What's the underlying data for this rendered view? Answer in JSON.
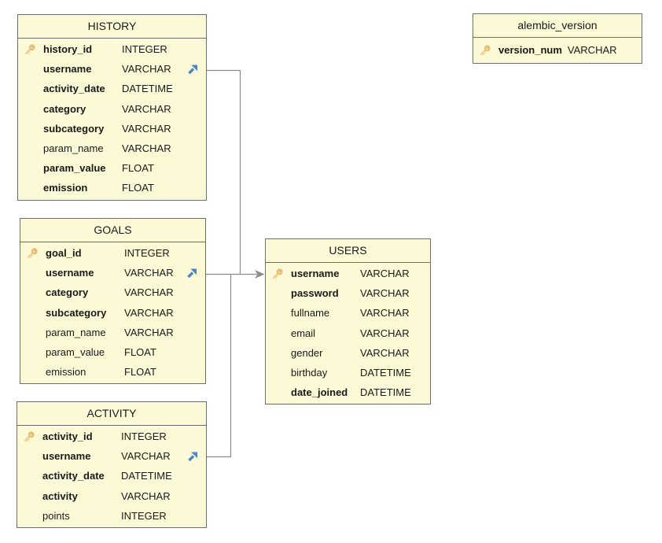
{
  "diagram": {
    "tables": [
      {
        "id": "history",
        "title": "HISTORY",
        "columns": [
          {
            "name": "history_id",
            "type": "INTEGER",
            "bold": true,
            "pk": true,
            "fk": false
          },
          {
            "name": "username",
            "type": "VARCHAR",
            "bold": true,
            "pk": false,
            "fk": true
          },
          {
            "name": "activity_date",
            "type": "DATETIME",
            "bold": true,
            "pk": false,
            "fk": false
          },
          {
            "name": "category",
            "type": "VARCHAR",
            "bold": true,
            "pk": false,
            "fk": false
          },
          {
            "name": "subcategory",
            "type": "VARCHAR",
            "bold": true,
            "pk": false,
            "fk": false
          },
          {
            "name": "param_name",
            "type": "VARCHAR",
            "bold": false,
            "pk": false,
            "fk": false
          },
          {
            "name": "param_value",
            "type": "FLOAT",
            "bold": true,
            "pk": false,
            "fk": false
          },
          {
            "name": "emission",
            "type": "FLOAT",
            "bold": true,
            "pk": false,
            "fk": false
          }
        ]
      },
      {
        "id": "goals",
        "title": "GOALS",
        "columns": [
          {
            "name": "goal_id",
            "type": "INTEGER",
            "bold": true,
            "pk": true,
            "fk": false
          },
          {
            "name": "username",
            "type": "VARCHAR",
            "bold": true,
            "pk": false,
            "fk": true
          },
          {
            "name": "category",
            "type": "VARCHAR",
            "bold": true,
            "pk": false,
            "fk": false
          },
          {
            "name": "subcategory",
            "type": "VARCHAR",
            "bold": true,
            "pk": false,
            "fk": false
          },
          {
            "name": "param_name",
            "type": "VARCHAR",
            "bold": false,
            "pk": false,
            "fk": false
          },
          {
            "name": "param_value",
            "type": "FLOAT",
            "bold": false,
            "pk": false,
            "fk": false
          },
          {
            "name": "emission",
            "type": "FLOAT",
            "bold": false,
            "pk": false,
            "fk": false
          }
        ]
      },
      {
        "id": "activity",
        "title": "ACTIVITY",
        "columns": [
          {
            "name": "activity_id",
            "type": "INTEGER",
            "bold": true,
            "pk": true,
            "fk": false
          },
          {
            "name": "username",
            "type": "VARCHAR",
            "bold": true,
            "pk": false,
            "fk": true
          },
          {
            "name": "activity_date",
            "type": "DATETIME",
            "bold": true,
            "pk": false,
            "fk": false
          },
          {
            "name": "activity",
            "type": "VARCHAR",
            "bold": true,
            "pk": false,
            "fk": false
          },
          {
            "name": "points",
            "type": "INTEGER",
            "bold": false,
            "pk": false,
            "fk": false
          }
        ]
      },
      {
        "id": "users",
        "title": "USERS",
        "columns": [
          {
            "name": "username",
            "type": "VARCHAR",
            "bold": true,
            "pk": true,
            "fk": false
          },
          {
            "name": "password",
            "type": "VARCHAR",
            "bold": true,
            "pk": false,
            "fk": false
          },
          {
            "name": "fullname",
            "type": "VARCHAR",
            "bold": false,
            "pk": false,
            "fk": false
          },
          {
            "name": "email",
            "type": "VARCHAR",
            "bold": false,
            "pk": false,
            "fk": false
          },
          {
            "name": "gender",
            "type": "VARCHAR",
            "bold": false,
            "pk": false,
            "fk": false
          },
          {
            "name": "birthday",
            "type": "DATETIME",
            "bold": false,
            "pk": false,
            "fk": false
          },
          {
            "name": "date_joined",
            "type": "DATETIME",
            "bold": true,
            "pk": false,
            "fk": false
          }
        ]
      },
      {
        "id": "alembic_version",
        "title": "alembic_version",
        "columns": [
          {
            "name": "version_num",
            "type": "VARCHAR",
            "bold": true,
            "pk": true,
            "fk": false
          }
        ]
      }
    ],
    "relationships": [
      {
        "from_table": "HISTORY",
        "from_column": "username",
        "to_table": "USERS",
        "to_column": "username"
      },
      {
        "from_table": "GOALS",
        "from_column": "username",
        "to_table": "USERS",
        "to_column": "username"
      },
      {
        "from_table": "ACTIVITY",
        "from_column": "username",
        "to_table": "USERS",
        "to_column": "username"
      }
    ],
    "colors": {
      "background": "#FFFFFF",
      "table_fill": "#FBF9D6",
      "table_border": "#6E6E6E",
      "relation_line": "#8C8C8C",
      "fk_arrow_blue": "#4A86C8",
      "pk_key_gold": "#F2CF8F",
      "pk_key_outline": "#D8AC60",
      "text": "#1A1A1A"
    },
    "icons": {
      "primary_key": "key-icon",
      "foreign_key": "arrow-up-right-icon",
      "relation_end": "arrowhead-right-icon"
    }
  }
}
